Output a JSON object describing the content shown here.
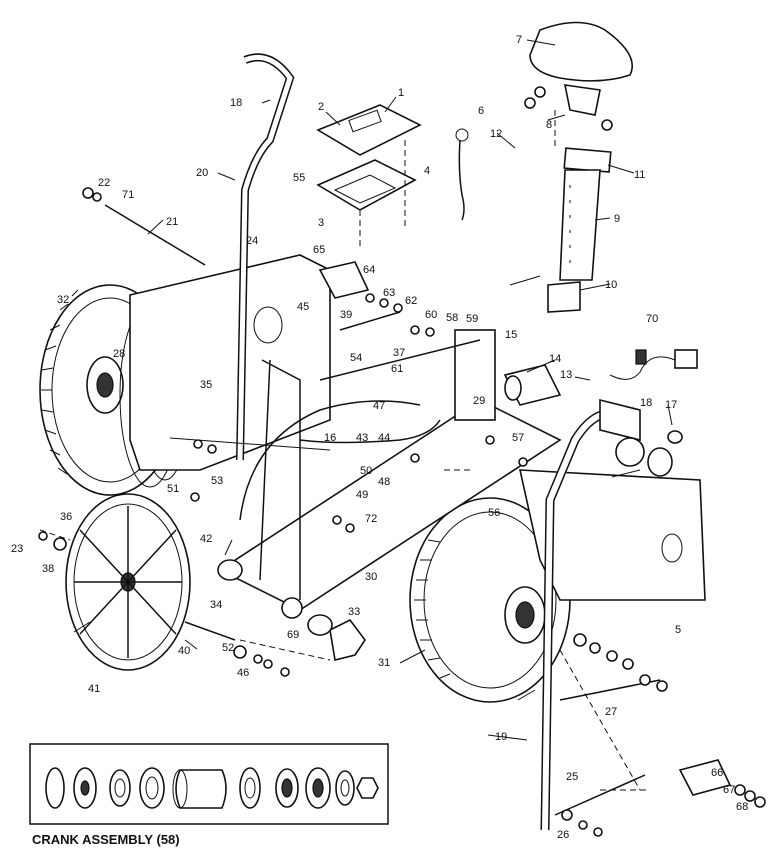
{
  "callouts": [
    "1",
    "2",
    "3",
    "4",
    "5",
    "6",
    "7",
    "8",
    "9",
    "10",
    "11",
    "12",
    "13",
    "14",
    "15",
    "16",
    "17",
    "18",
    "19",
    "20",
    "21",
    "22",
    "23",
    "24",
    "25",
    "26",
    "27",
    "28",
    "29",
    "30",
    "31",
    "32",
    "33",
    "34",
    "35",
    "36",
    "37",
    "38",
    "39",
    "40",
    "41",
    "42",
    "43",
    "44",
    "45",
    "46",
    "47",
    "48",
    "49",
    "50",
    "51",
    "52",
    "53",
    "54",
    "55",
    "56",
    "57",
    "58",
    "59",
    "60",
    "61",
    "62",
    "63",
    "64",
    "65",
    "66",
    "67",
    "68",
    "69",
    "70",
    "71",
    "72"
  ],
  "inset": {
    "caption": "CRANK ASSEMBLY (58)"
  }
}
